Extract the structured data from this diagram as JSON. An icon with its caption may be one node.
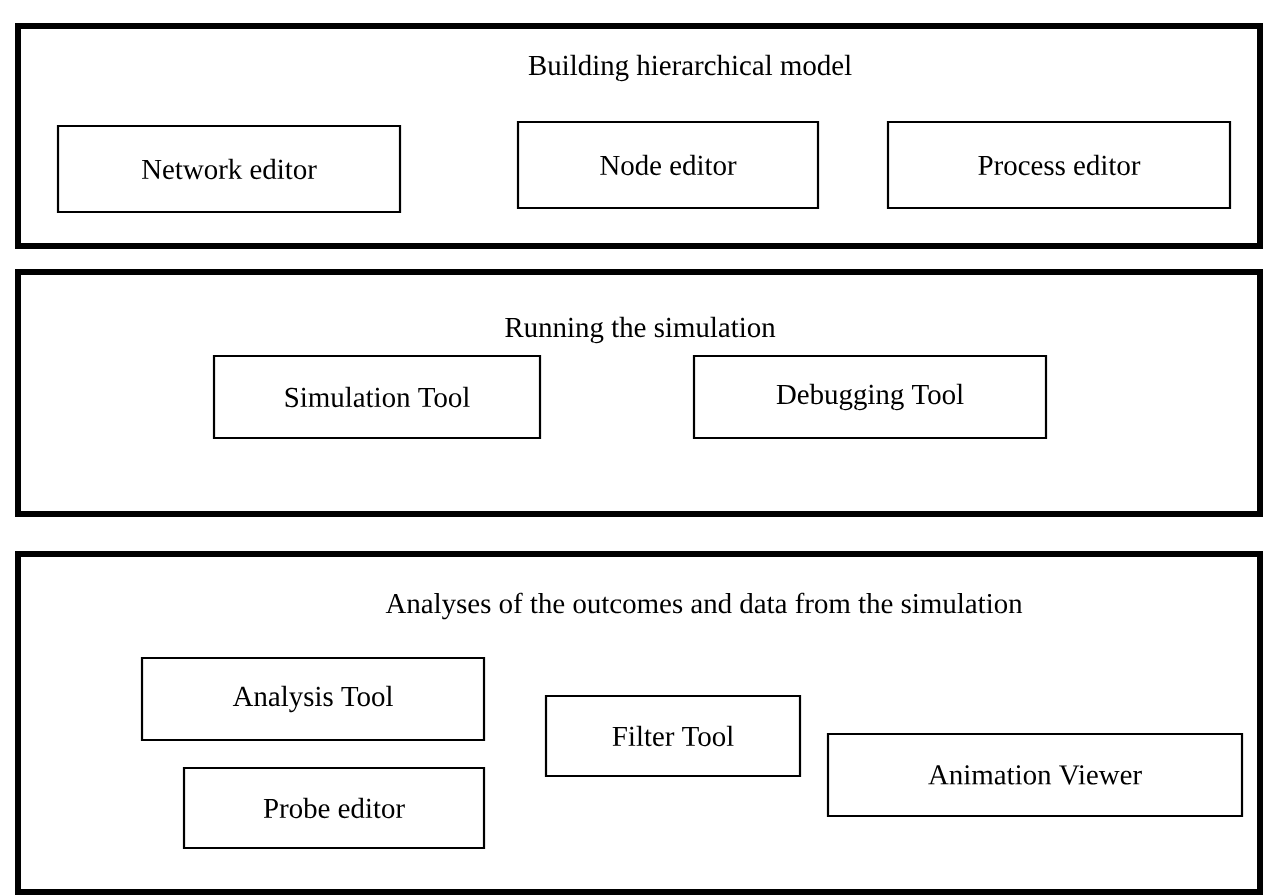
{
  "diagram": {
    "nodes": [
      {
        "text": [
          "Building hierarchical model"
        ]
      },
      {
        "text": [
          "Network editor"
        ],
        "in": 0
      },
      {
        "text": [
          "Node editor"
        ],
        "in": 0
      },
      {
        "text": [
          "Process editor"
        ],
        "in": 0
      },
      {
        "text": [
          "Running the simulation"
        ]
      },
      {
        "text": [
          "Simulation Tool"
        ],
        "in": 4
      },
      {
        "text": [
          "Debugging Tool"
        ],
        "in": 4
      },
      {
        "text": [
          "Analyses of the outcomes and data from the simulation"
        ]
      },
      {
        "text": [
          "Analysis Tool"
        ],
        "in": 7
      },
      {
        "text": [
          "Probe editor"
        ],
        "in": 7
      },
      {
        "text": [
          "Filter Tool"
        ],
        "in": 7
      },
      {
        "text": [
          "Animation Viewer"
        ],
        "in": 7
      }
    ]
  }
}
